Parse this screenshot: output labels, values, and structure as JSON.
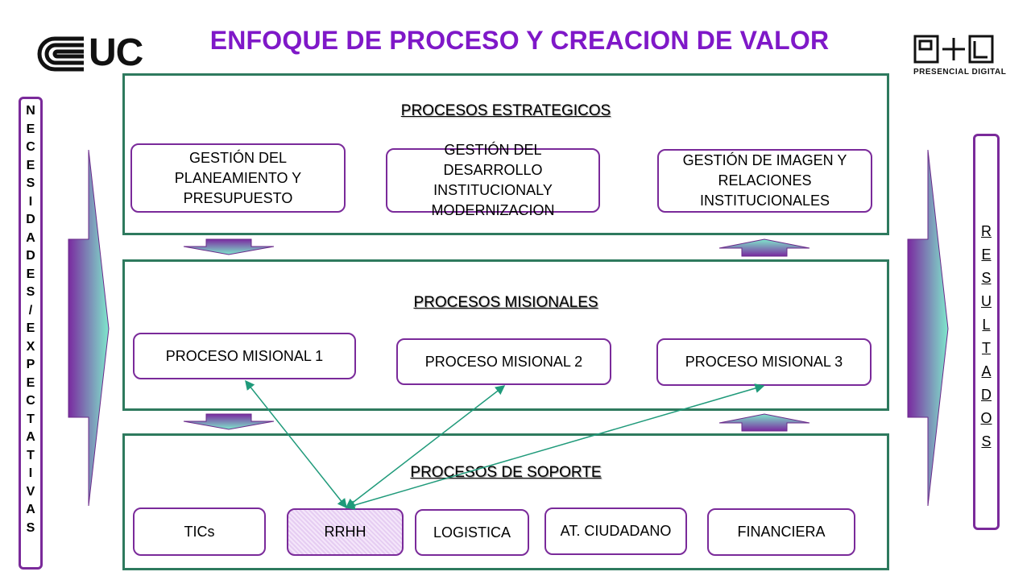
{
  "title": "ENFOQUE DE PROCESO Y CREACION DE VALOR",
  "logos": {
    "left": {
      "text": "UC",
      "icon": "uc-stripes-logo-icon"
    },
    "right": {
      "icon": "ptd-logo-icon",
      "subtitle": "PRESENCIAL DIGITAL"
    }
  },
  "left_column": [
    "N",
    "E",
    "C",
    "E",
    "S",
    "I",
    "D",
    "A",
    "D",
    "E",
    "S",
    "/",
    "E",
    "X",
    "P",
    "E",
    "C",
    "T",
    "A",
    "T",
    "I",
    "V",
    "A",
    "S"
  ],
  "right_column": [
    "R",
    "E",
    "S",
    "U",
    "L",
    "T",
    "A",
    "D",
    "O",
    "S"
  ],
  "estrategicos": {
    "heading": "PROCESOS ESTRATEGICOS",
    "boxes": [
      [
        "GESTIÓN DEL",
        "PLANEAMIENTO Y",
        "PRESUPUESTO"
      ],
      [
        "GESTIÓN DEL DESARROLLO",
        "INSTITUCIONALY",
        "MODERNIZACION"
      ],
      [
        "GESTIÓN DE IMAGEN Y",
        "RELACIONES",
        "INSTITUCIONALES"
      ]
    ]
  },
  "misionales": {
    "heading": "PROCESOS MISIONALES",
    "boxes": [
      "PROCESO MISIONAL 1",
      "PROCESO MISIONAL 2",
      "PROCESO MISIONAL 3"
    ]
  },
  "soporte": {
    "heading": "PROCESOS DE SOPORTE",
    "boxes": [
      "TICs",
      "RRHH",
      "LOGISTICA",
      "AT. CIUDADANO",
      "FINANCIERA"
    ],
    "highlighted": "RRHH"
  },
  "colors": {
    "title": "#7f18c8",
    "panel_border": "#2e7a5e",
    "box_border": "#7a2a9a",
    "arrow_gradient_start": "#7a2aa0",
    "arrow_gradient_end": "#7fe8cc",
    "connector": "#1f9a7a"
  }
}
